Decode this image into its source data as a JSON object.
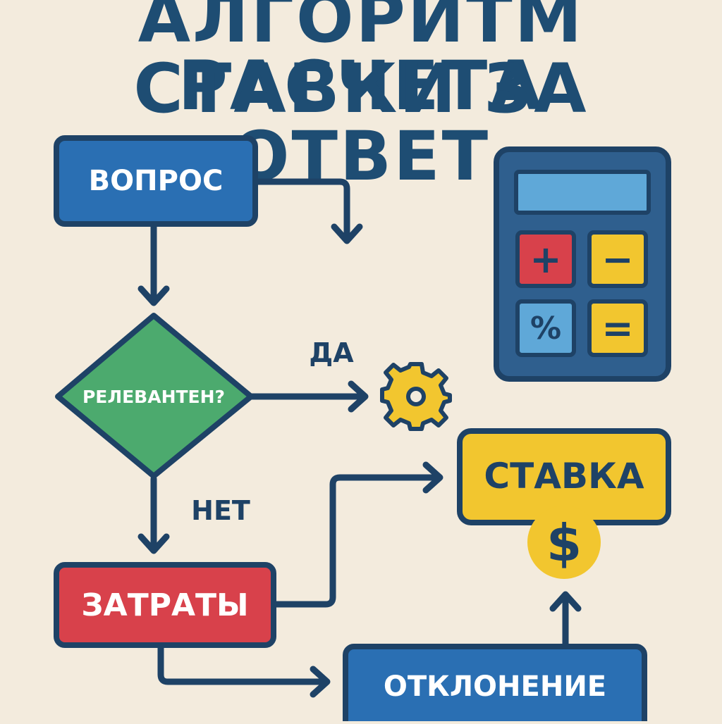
{
  "title": {
    "line1": "АЛГОРИТМ РАСЧЕТА",
    "line2": "СТАВКИ ЗА ОТВЕТ"
  },
  "nodes": {
    "question": "ВОПРОС",
    "relevant": "РЕЛЕВАНТЕН?",
    "costs": "ЗАТРАТЫ",
    "deviation": "ОТКЛОНЕНИЕ",
    "rate": "СТАВКА"
  },
  "edge_labels": {
    "yes": "ДА",
    "no": "НЕТ"
  },
  "icons": {
    "calculator": "calculator-icon",
    "gear": "gear-icon",
    "dollar": "dollar-coin-icon",
    "calc_keys": [
      "+",
      "−",
      "%",
      "="
    ]
  },
  "colors": {
    "outline": "#1e4266",
    "blue": "#2a6fb3",
    "green": "#4caa6e",
    "red": "#d8414b",
    "yellow": "#f2c62f",
    "title": "#1e4d73",
    "background": "#f3ebdd"
  }
}
